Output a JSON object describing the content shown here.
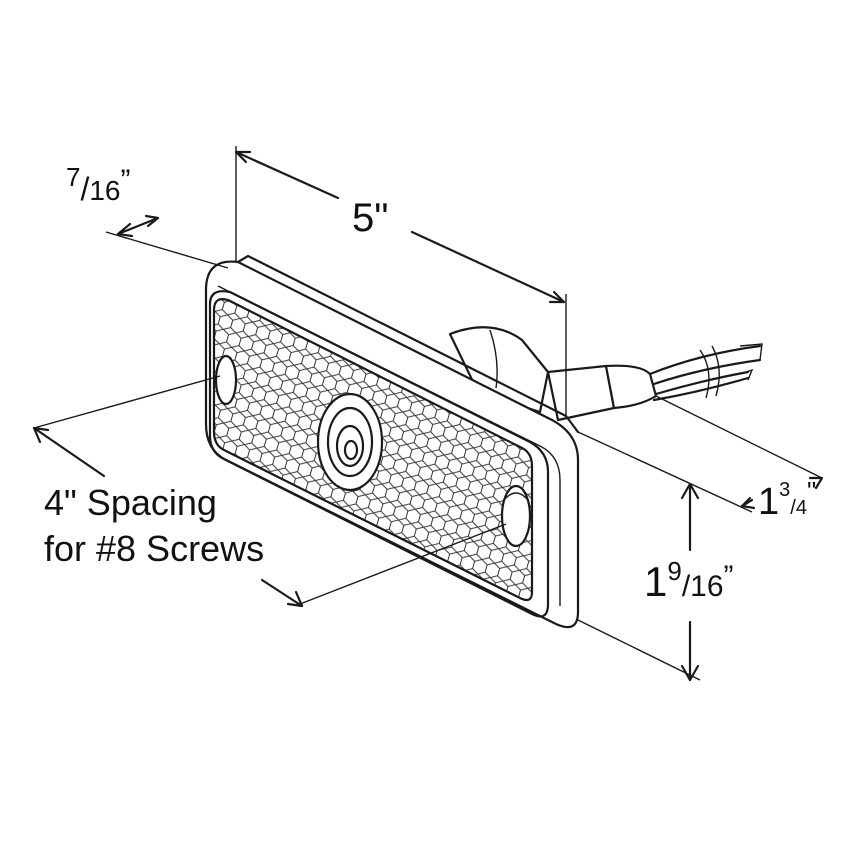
{
  "dimensions": {
    "top_offset": {
      "whole": "",
      "numerator": "7",
      "slash": "/",
      "denominator": "16",
      "unit": "”"
    },
    "length": {
      "text": "5\""
    },
    "depth": {
      "whole": "1",
      "numerator": "3",
      "slash": "/",
      "denominator": "4",
      "unit": "\""
    },
    "height": {
      "whole": "1",
      "numerator": "9",
      "slash": "/",
      "denominator": "16",
      "unit": "”"
    }
  },
  "spacing_note": {
    "line1": "4\" Spacing",
    "line2": "for #8 Screws"
  },
  "colors": {
    "ink": "#1a1a1a",
    "background": "#ffffff"
  }
}
